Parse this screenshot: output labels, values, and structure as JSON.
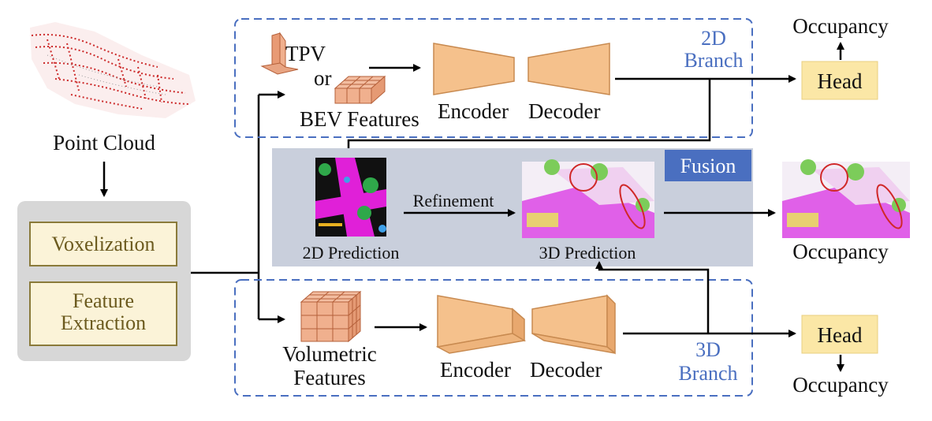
{
  "input": {
    "label": "Point Cloud"
  },
  "preprocess": {
    "step1": "Voxelization",
    "step2_line1": "Feature",
    "step2_line2": "Extraction"
  },
  "branch2d": {
    "title_line1": "2D",
    "title_line2": "Branch",
    "tpv": "TPV",
    "or": "or",
    "bev": "BEV Features",
    "encoder": "Encoder",
    "decoder": "Decoder",
    "head": "Head",
    "output": "Occupancy"
  },
  "fusion": {
    "title": "Fusion",
    "pred2d": "2D Prediction",
    "refinement": "Refinement",
    "pred3d": "3D Prediction",
    "output": "Occupancy"
  },
  "branch3d": {
    "title_line1": "3D",
    "title_line2": "Branch",
    "volumetric_line1": "Volumetric",
    "volumetric_line2": "Features",
    "encoder": "Encoder",
    "decoder": "Decoder",
    "head": "Head",
    "output": "Occupancy"
  },
  "colors": {
    "accent_blue": "#4a6fc0",
    "fusion_bg": "#c9cfdc",
    "block_orange": "#f5c18c",
    "head_yellow": "#fbe7a6",
    "preprocess_bg": "#d7d7d7"
  }
}
